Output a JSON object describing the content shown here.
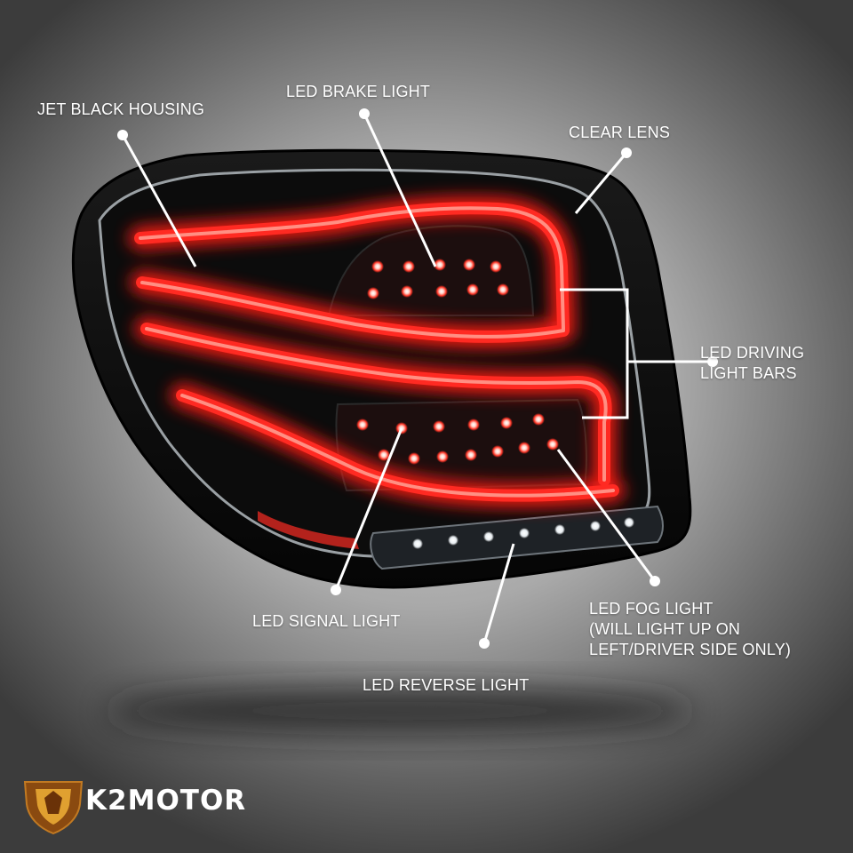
{
  "callouts": {
    "housing": "JET BLACK HOUSING",
    "brake": "LED BRAKE LIGHT",
    "lens": "CLEAR LENS",
    "driving_1": "LED DRIVING",
    "driving_2": "LIGHT BARS",
    "signal": "LED SIGNAL LIGHT",
    "fog_1": "LED FOG LIGHT",
    "fog_2": "(WILL LIGHT UP ON",
    "fog_3": "LEFT/DRIVER SIDE ONLY)",
    "reverse": "LED REVERSE LIGHT"
  },
  "brand": {
    "name": "K2MOTOR"
  },
  "colors": {
    "led_red": "#ff2a22",
    "glow_red": "#ff1a12",
    "housing": "#060606",
    "callout": "#ffffff"
  }
}
